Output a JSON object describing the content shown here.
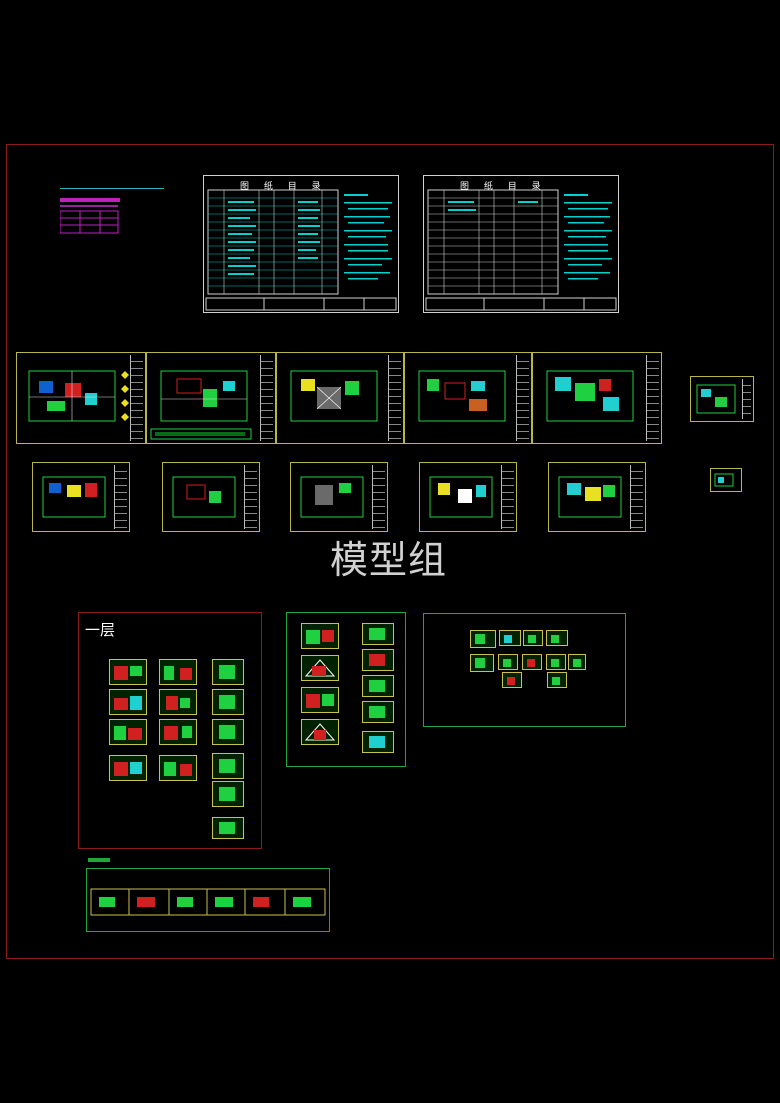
{
  "watermark": "模型组",
  "floor_label": "一层",
  "drawing_index_titles": [
    "图 纸 目 录",
    "图 纸 目 录"
  ],
  "colors": {
    "frame": "#8a1c1c",
    "green": "#1fa83a",
    "cyan": "#00d8d8",
    "magenta": "#c020c0",
    "yellow": "#b9b54a",
    "watermark": "#ffffff"
  }
}
